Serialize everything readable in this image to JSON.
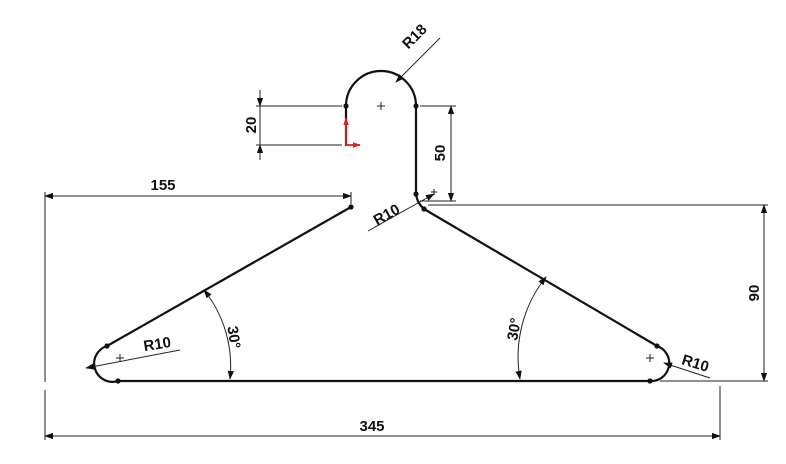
{
  "drawing": {
    "dimensions": {
      "top_width": "155",
      "total_width": "345",
      "height": "90",
      "hook_height": "50",
      "hook_offset": "20",
      "hook_radius": "R18",
      "neck_radius": "R10",
      "left_corner_radius": "R10",
      "right_corner_radius": "R10",
      "left_angle": "30°",
      "right_angle": "30°"
    },
    "colors": {
      "geometry": "#111111",
      "origin_y_axis": "#e02020",
      "origin_x_axis": "#e02020"
    }
  }
}
